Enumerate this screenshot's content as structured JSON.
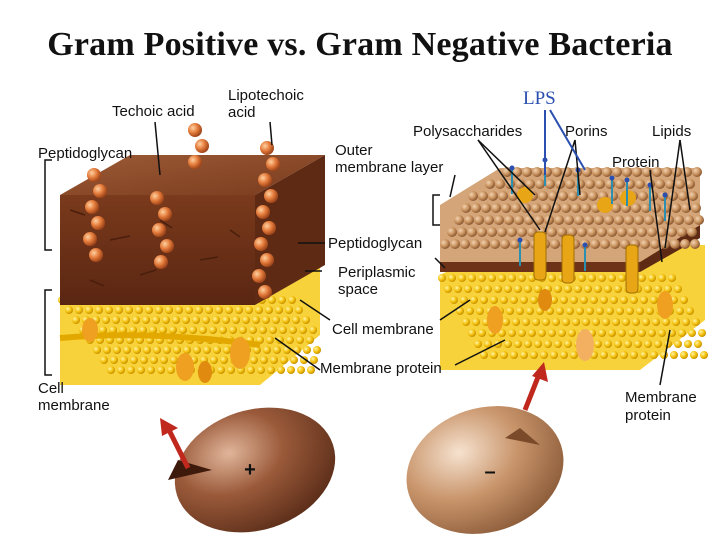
{
  "title": "Gram Positive vs. Gram Negative Bacteria",
  "gram_positive": {
    "labels": {
      "teichoic_acid": "Techoic acid",
      "lipoteichoic_line1": "Lipotechoic",
      "lipoteichoic_line2": "acid",
      "peptidoglycan": "Peptidoglycan",
      "cell_membrane_line1": "Cell",
      "cell_membrane_line2": "membrane"
    },
    "cell_sign": "+"
  },
  "center_labels": {
    "peptidoglycan": "Peptidoglycan",
    "periplasmic_line1": "Periplasmic",
    "periplasmic_line2": "space",
    "cell_membrane": "Cell membrane",
    "membrane_protein": "Membrane protein",
    "outer_membrane_line1": "Outer",
    "outer_membrane_line2": "membrane layer"
  },
  "gram_negative": {
    "labels": {
      "lps": "LPS",
      "polysaccharides": "Polysaccharides",
      "porins": "Porins",
      "lipids": "Lipids",
      "protein": "Protein",
      "membrane_protein_line1": "Membrane",
      "membrane_protein_line2": "protein"
    },
    "cell_sign": "–"
  },
  "colors": {
    "peptidoglycan_top": "#8a4a2a",
    "peptidoglycan_front": "#6e3219",
    "membrane_yellow": "#f4c20d",
    "bead_orange": "#d96a2b",
    "outer_membrane": "#c9925d",
    "lps_blue": "#2a4fb0",
    "arrow_red": "#c0281e",
    "cell_pos": "#8b5033",
    "cell_neg": "#c08a5e"
  }
}
